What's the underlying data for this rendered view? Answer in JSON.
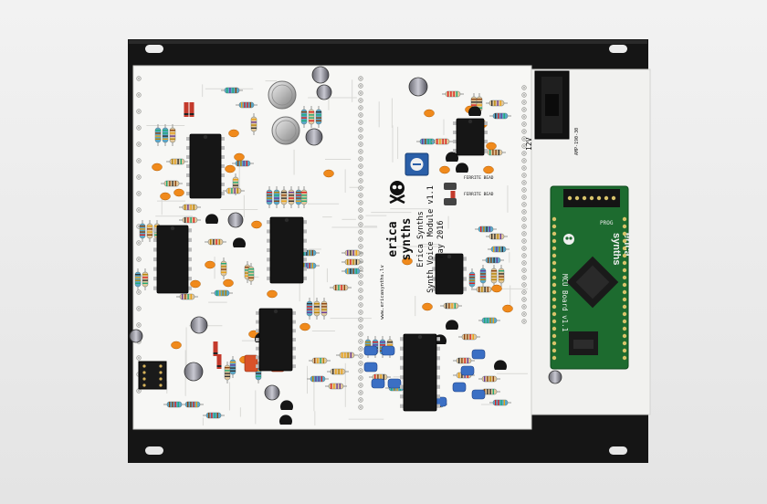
{
  "photo": {
    "background_color": "#ececec",
    "frame_color": "#151515",
    "pcb_color": "#f7f7f5",
    "mcu_board_color": "#1d6b2f"
  },
  "silkscreen": {
    "brand_line1": "erica",
    "brand_line2": "synths",
    "title_line1": "Erica Synths",
    "title_line2": "Synth Voice Module v1.1",
    "title_line3": "May 2016",
    "website": "www.ericasynths.lv",
    "mcu_label": "MCU Board v1.1",
    "mcu_brand_line1": "erica",
    "mcu_brand_line2": "synths",
    "power_label": "12V",
    "header_label": "AMP-190-30",
    "bead_label_1": "FERRITE BEAD",
    "bead_label_2": "FERRITE BEAD",
    "prog_label": "PROG"
  }
}
